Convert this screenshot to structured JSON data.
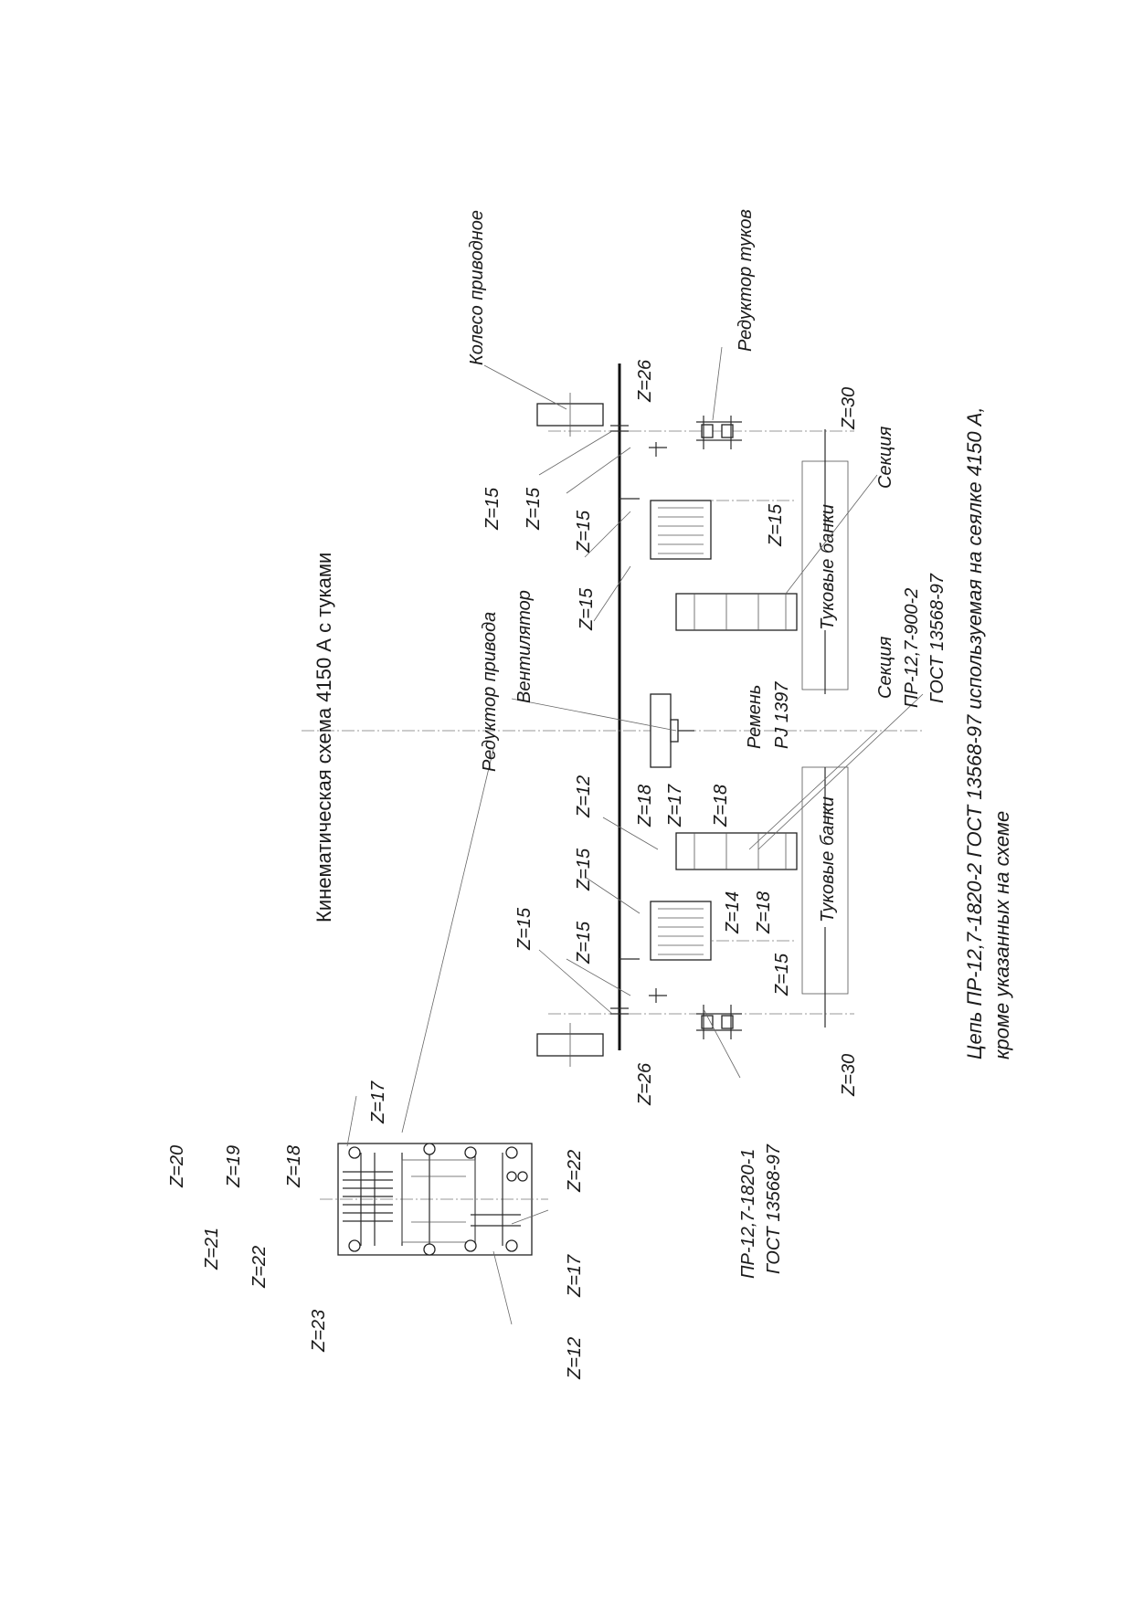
{
  "title": "Кинематическая схема 4150 А с туками",
  "labels": {
    "drive_wheel": "Колесо приводное",
    "fert_reducer": "Редуктор туков",
    "drive_reducer": "Редуктор привода",
    "fan": "Вентилятор",
    "belt": "Ремень",
    "belt_spec": "PJ 1397",
    "section": "Секция",
    "fert_tanks": "Туковые банки",
    "chain_main": "ПР-12,7-900-2",
    "gost": "ГОСТ 13568-97",
    "chain_left": "ПР-12,7-1820-1",
    "note_line1": "Цепь ПР-12,7-1820-2 ГОСТ 13568-97 используемая на сеялке 4150 А,",
    "note_line2": "кроме указанных на схеме"
  },
  "teeth": {
    "z12": "Z=12",
    "z14": "Z=14",
    "z15": "Z=15",
    "z17": "Z=17",
    "z18": "Z=18",
    "z19": "Z=19",
    "z20": "Z=20",
    "z21": "Z=21",
    "z22": "Z=22",
    "z23": "Z=23",
    "z26": "Z=26",
    "z30": "Z=30"
  }
}
